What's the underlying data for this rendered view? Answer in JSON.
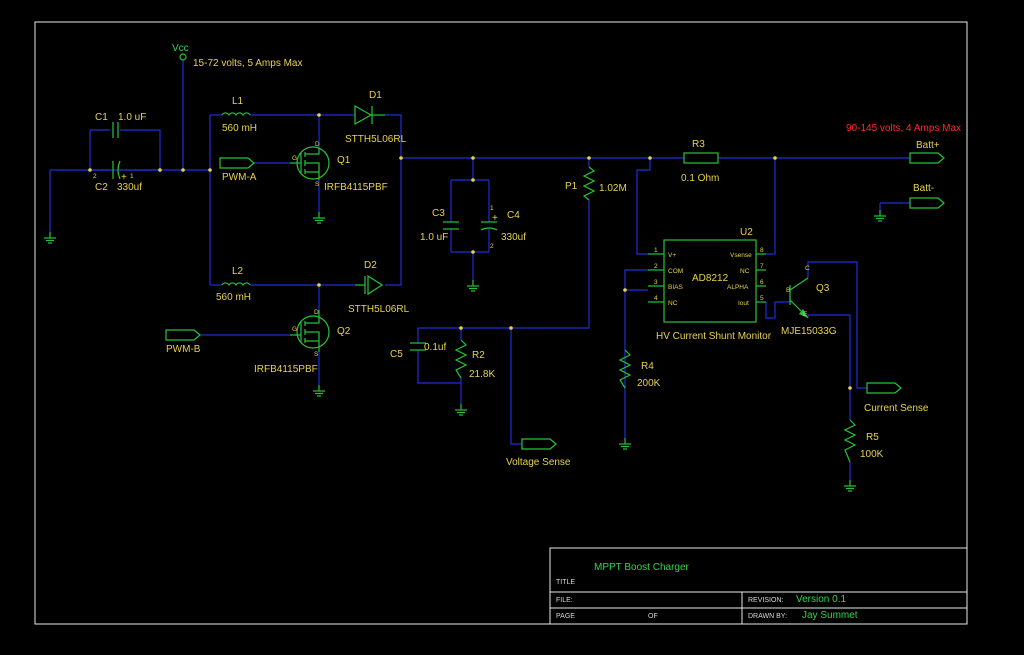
{
  "power": {
    "vcc_label": "Vcc",
    "vin_note": "15-72 volts, 5 Amps Max",
    "vout_note": "90-145 volts, 4 Amps Max",
    "note_color": "#ff2a2a"
  },
  "components": {
    "c1": {
      "ref": "C1",
      "value": "1.0 uF"
    },
    "c2": {
      "ref": "C2",
      "value": "330uf",
      "pin1": "1",
      "pin2": "2",
      "plus": "+"
    },
    "c3": {
      "ref": "C3",
      "value": "1.0 uF"
    },
    "c4": {
      "ref": "C4",
      "value": "330uf",
      "pin1": "1",
      "pin2": "2",
      "plus": "+"
    },
    "c5": {
      "ref": "C5",
      "value": "0.1uf"
    },
    "l1": {
      "ref": "L1",
      "value": "560 mH"
    },
    "l2": {
      "ref": "L2",
      "value": "560 mH"
    },
    "d1": {
      "ref": "D1",
      "value": "STTH5L06RL"
    },
    "d2": {
      "ref": "D2",
      "value": "STTH5L06RL"
    },
    "q1": {
      "ref": "Q1",
      "value": "IRFB4115PBF",
      "g": "G",
      "d": "D",
      "s": "S"
    },
    "q2": {
      "ref": "Q2",
      "value": "IRFB4115PBF",
      "g": "G",
      "d": "D",
      "s": "S"
    },
    "q3": {
      "ref": "Q3",
      "value": "MJE15033G",
      "c": "C",
      "b": "B",
      "e": "E"
    },
    "r3": {
      "ref": "R3",
      "value": "0.1 Ohm"
    },
    "p1": {
      "ref": "P1",
      "value": "1.02M"
    },
    "r2": {
      "ref": "R2",
      "value": "21.8K"
    },
    "r4": {
      "ref": "R4",
      "value": "200K"
    },
    "r5": {
      "ref": "R5",
      "value": "100K"
    },
    "u2": {
      "ref": "U2",
      "part": "AD8212",
      "desc": "HV Current Shunt Monitor",
      "pins_left": [
        {
          "num": "1",
          "name": "V+"
        },
        {
          "num": "2",
          "name": "COM"
        },
        {
          "num": "3",
          "name": "BIAS"
        },
        {
          "num": "4",
          "name": "NC"
        }
      ],
      "pins_right": [
        {
          "num": "8",
          "name": "Vsense"
        },
        {
          "num": "7",
          "name": "NC"
        },
        {
          "num": "6",
          "name": "ALPHA"
        },
        {
          "num": "5",
          "name": "Iout"
        }
      ]
    }
  },
  "ports": {
    "pwm_a": "PWM-A",
    "pwm_b": "PWM-B",
    "batt_plus": "Batt+",
    "batt_minus": "Batt-",
    "voltage_sense": "Voltage Sense",
    "current_sense": "Current Sense"
  },
  "title_block": {
    "title_label": "TITLE",
    "title": "MPPT Boost Charger",
    "file_label": "FILE:",
    "file": "",
    "page_label": "PAGE",
    "of_label": "OF",
    "revision_label": "REVISION:",
    "revision": "Version 0.1",
    "drawn_by_label": "DRAWN BY:",
    "drawn_by": "Jay Summet"
  }
}
